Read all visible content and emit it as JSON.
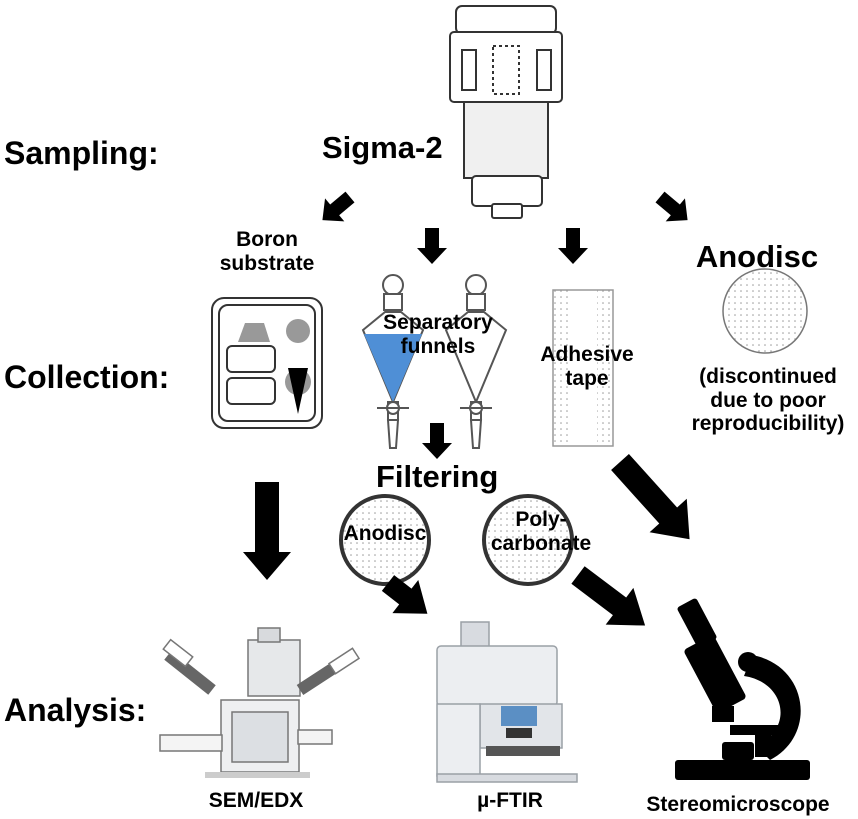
{
  "stages": {
    "sampling": "Sampling:",
    "collection": "Collection:",
    "analysis": "Analysis:"
  },
  "sampler": "Sigma-2",
  "collection": {
    "boron": "Boron\nsubstrate",
    "funnels": "Separatory\nfunnels",
    "tape": "Adhesive\ntape",
    "anodisc": "Anodisc",
    "anodisc_note": "(discontinued\ndue to poor\nreproducibility)"
  },
  "filtering": {
    "title": "Filtering",
    "anodisc": "Anodisc",
    "polycarbonate": "Poly-\ncarbonate"
  },
  "analysis": {
    "sem": "SEM/EDX",
    "ftir": "µ-FTIR",
    "stereo": "Stereomicroscope"
  },
  "colors": {
    "arrow": "#000000",
    "funnel_liquid": "#4f8fd6",
    "instrument_body": "#e8eaee",
    "lens_blue": "#5b8fc4"
  },
  "icons": {
    "sampler": "sigma2-passive-sampler-icon",
    "boron": "boron-substrate-holder-icon",
    "funnel": "separatory-funnel-icon",
    "tape": "adhesive-tape-icon",
    "filter": "filter-disc-icon",
    "sem": "sem-edx-instrument-icon",
    "ftir": "micro-ftir-instrument-icon",
    "stereo": "microscope-icon"
  }
}
